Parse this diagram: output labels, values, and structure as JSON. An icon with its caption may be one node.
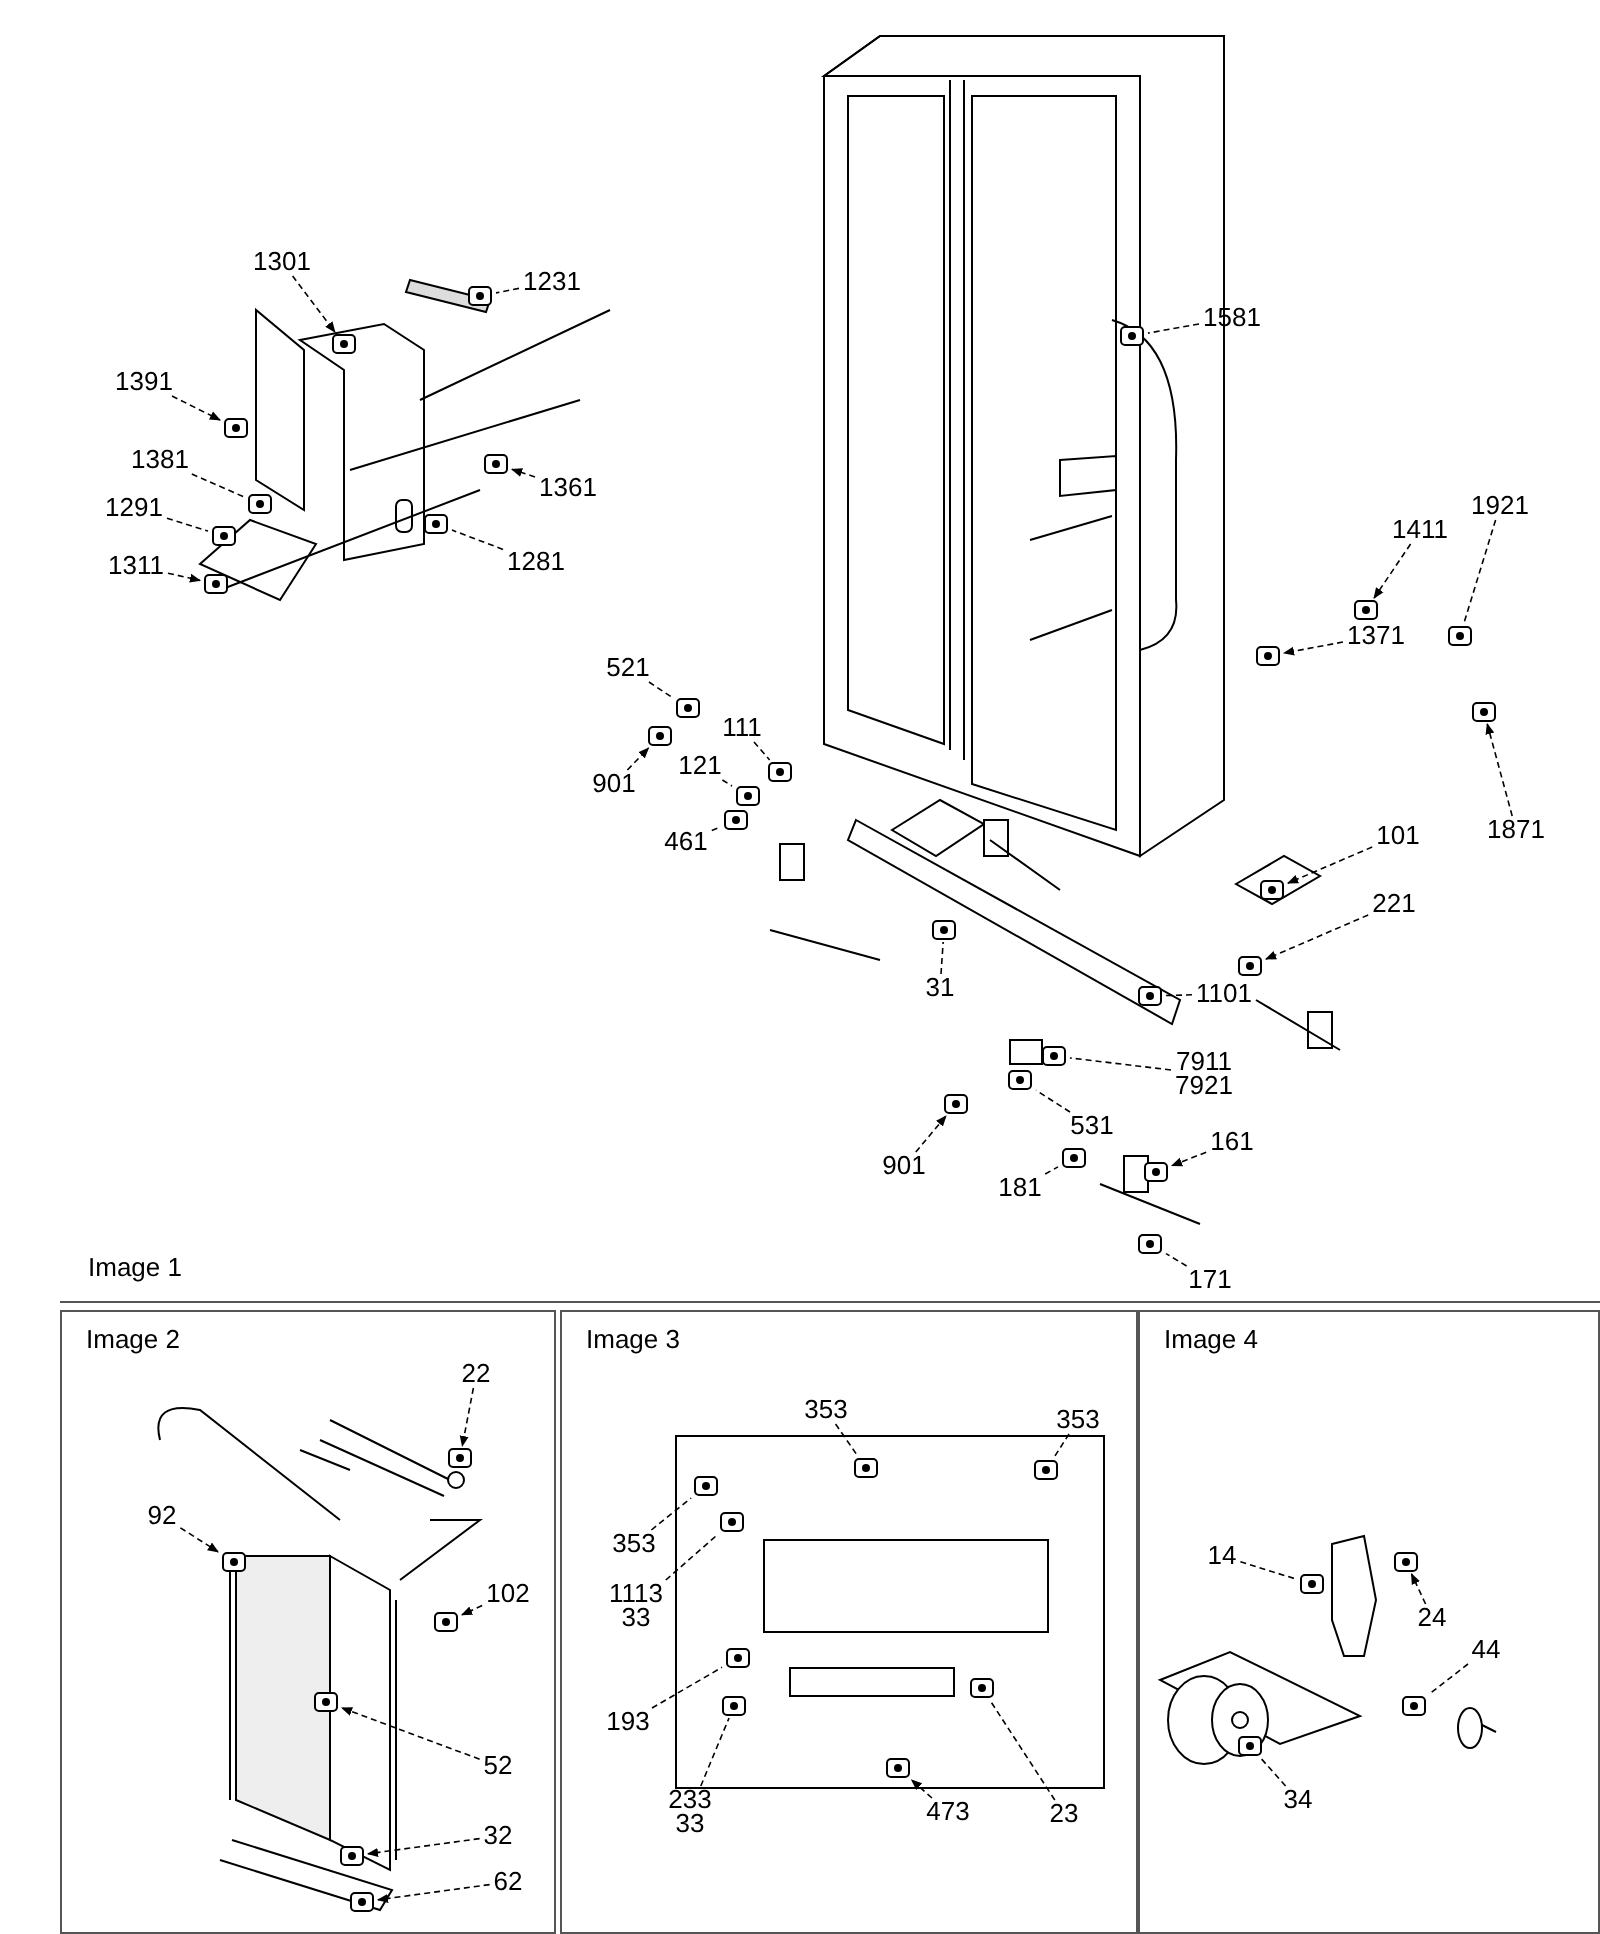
{
  "diagram": {
    "nodes": [
      {
        "text": [
          "1301"
        ]
      },
      {
        "text": [
          "1231"
        ]
      },
      {
        "text": [
          "1391"
        ]
      },
      {
        "text": [
          "1381"
        ]
      },
      {
        "text": [
          "1361"
        ]
      },
      {
        "text": [
          "1291"
        ]
      },
      {
        "text": [
          "1281"
        ]
      },
      {
        "text": [
          "1311"
        ]
      },
      {
        "text": [
          "1581"
        ]
      },
      {
        "text": [
          "1921"
        ]
      },
      {
        "text": [
          "1411"
        ]
      },
      {
        "text": [
          "1371"
        ]
      },
      {
        "text": [
          "521"
        ]
      },
      {
        "text": [
          "111"
        ]
      },
      {
        "text": [
          "901"
        ]
      },
      {
        "text": [
          "121"
        ]
      },
      {
        "text": [
          "1871"
        ]
      },
      {
        "text": [
          "461"
        ]
      },
      {
        "text": [
          "101"
        ]
      },
      {
        "text": [
          "221"
        ]
      },
      {
        "text": [
          "31"
        ]
      },
      {
        "text": [
          "1101"
        ]
      },
      {
        "text": [
          "7911",
          "7921"
        ]
      },
      {
        "text": [
          "901"
        ]
      },
      {
        "text": [
          "531"
        ]
      },
      {
        "text": [
          "181"
        ]
      },
      {
        "text": [
          "161"
        ]
      },
      {
        "text": [
          "171"
        ]
      },
      {
        "text": [
          "Image 2"
        ]
      },
      {
        "text": [
          "22"
        ],
        "in": 28
      },
      {
        "text": [
          "92"
        ],
        "in": 28
      },
      {
        "text": [
          "102"
        ],
        "in": 28
      },
      {
        "text": [
          "52"
        ],
        "in": 28
      },
      {
        "text": [
          "32"
        ],
        "in": 28
      },
      {
        "text": [
          "62"
        ],
        "in": 28
      },
      {
        "text": [
          "Image 3"
        ]
      },
      {
        "text": [
          "353"
        ],
        "in": 35
      },
      {
        "text": [
          "353"
        ],
        "in": 35
      },
      {
        "text": [
          "353"
        ],
        "in": 35
      },
      {
        "text": [
          "1113",
          "33"
        ],
        "in": 35
      },
      {
        "text": [
          "193"
        ],
        "in": 35
      },
      {
        "text": [
          "233",
          "33"
        ],
        "in": 35
      },
      {
        "text": [
          "473"
        ],
        "in": 35
      },
      {
        "text": [
          "23"
        ],
        "in": 35
      },
      {
        "text": [
          "Image 4"
        ]
      },
      {
        "text": [
          "14"
        ],
        "in": 44
      },
      {
        "text": [
          "24"
        ],
        "in": 44
      },
      {
        "text": [
          "44"
        ],
        "in": 44
      },
      {
        "text": [
          "34"
        ],
        "in": 44
      },
      {
        "text": [],
        "shape": "picture"
      },
      {
        "text": [],
        "shape": "picture"
      },
      {
        "text": [],
        "shape": "picture"
      },
      {
        "text": [],
        "shape": "picture"
      },
      {
        "text": [],
        "shape": "picture"
      },
      {
        "text": [],
        "shape": "picture"
      },
      {
        "text": [],
        "shape": "picture"
      },
      {
        "text": [],
        "shape": "picture"
      },
      {
        "text": [],
        "shape": "picture"
      },
      {
        "text": [],
        "shape": "picture"
      },
      {
        "text": [],
        "shape": "picture"
      },
      {
        "text": [],
        "shape": "picture"
      },
      {
        "text": [],
        "shape": "picture"
      },
      {
        "text": [],
        "shape": "picture"
      },
      {
        "text": [],
        "shape": "picture"
      },
      {
        "text": [],
        "shape": "picture"
      },
      {
        "text": [],
        "shape": "picture"
      },
      {
        "text": [],
        "shape": "picture"
      },
      {
        "text": [],
        "shape": "picture"
      },
      {
        "text": [],
        "shape": "picture"
      },
      {
        "text": [],
        "shape": "picture"
      },
      {
        "text": [],
        "shape": "picture"
      },
      {
        "text": [],
        "shape": "picture"
      },
      {
        "text": [],
        "shape": "picture"
      },
      {
        "text": [],
        "shape": "picture"
      },
      {
        "text": [],
        "shape": "picture"
      },
      {
        "text": [],
        "shape": "picture"
      },
      {
        "text": [],
        "shape": "picture"
      },
      {
        "text": [],
        "shape": "picture",
        "in": 28
      },
      {
        "text": [],
        "shape": "picture",
        "in": 28
      },
      {
        "text": [],
        "shape": "picture",
        "in": 28
      },
      {
        "text": [],
        "shape": "picture",
        "in": 28
      },
      {
        "text": [],
        "shape": "picture",
        "in": 28
      },
      {
        "text": [],
        "shape": "picture",
        "in": 28
      },
      {
        "text": [],
        "shape": "picture",
        "in": 35
      },
      {
        "text": [],
        "shape": "picture",
        "in": 35
      },
      {
        "text": [],
        "shape": "picture",
        "in": 35
      },
      {
        "text": [],
        "shape": "picture",
        "in": 35
      },
      {
        "text": [],
        "shape": "picture",
        "in": 35
      },
      {
        "text": [],
        "shape": "picture",
        "in": 35
      },
      {
        "text": [],
        "shape": "picture",
        "in": 35
      },
      {
        "text": [],
        "shape": "picture",
        "in": 35
      },
      {
        "text": [],
        "shape": "picture",
        "in": 44
      },
      {
        "text": [],
        "shape": "picture",
        "in": 44
      },
      {
        "text": [],
        "shape": "picture",
        "in": 44
      },
      {
        "text": [],
        "shape": "picture",
        "in": 44
      }
    ],
    "edges": [
      {
        "from": 0,
        "to": 49,
        "arrow": "to"
      },
      {
        "from": 1,
        "to": 50,
        "arrow": "none"
      },
      {
        "from": 2,
        "to": 51,
        "arrow": "to"
      },
      {
        "from": 3,
        "to": 52,
        "arrow": "none"
      },
      {
        "from": 4,
        "to": 53,
        "arrow": "to"
      },
      {
        "from": 5,
        "to": 54,
        "arrow": "none"
      },
      {
        "from": 6,
        "to": 55,
        "arrow": "none"
      },
      {
        "from": 7,
        "to": 56,
        "arrow": "to"
      },
      {
        "from": 8,
        "to": 57,
        "arrow": "none"
      },
      {
        "from": 9,
        "to": 58,
        "arrow": "none"
      },
      {
        "from": 10,
        "to": 59,
        "arrow": "to"
      },
      {
        "from": 11,
        "to": 60,
        "arrow": "to"
      },
      {
        "from": 12,
        "to": 61,
        "arrow": "none"
      },
      {
        "from": 13,
        "to": 62,
        "arrow": "none"
      },
      {
        "from": 14,
        "to": 63,
        "arrow": "to"
      },
      {
        "from": 15,
        "to": 64,
        "arrow": "none"
      },
      {
        "from": 16,
        "to": 65,
        "arrow": "to"
      },
      {
        "from": 17,
        "to": 66,
        "arrow": "none"
      },
      {
        "from": 18,
        "to": 67,
        "arrow": "to"
      },
      {
        "from": 19,
        "to": 68,
        "arrow": "to"
      },
      {
        "from": 20,
        "to": 69,
        "arrow": "none"
      },
      {
        "from": 21,
        "to": 70,
        "arrow": "none"
      },
      {
        "from": 22,
        "to": 71,
        "arrow": "none"
      },
      {
        "from": 23,
        "to": 72,
        "arrow": "to"
      },
      {
        "from": 24,
        "to": 73,
        "arrow": "none"
      },
      {
        "from": 25,
        "to": 74,
        "arrow": "none"
      },
      {
        "from": 26,
        "to": 75,
        "arrow": "to"
      },
      {
        "from": 27,
        "to": 76,
        "arrow": "none"
      },
      {
        "from": 29,
        "to": 77,
        "arrow": "to"
      },
      {
        "from": 30,
        "to": 78,
        "arrow": "to"
      },
      {
        "from": 31,
        "to": 79,
        "arrow": "to"
      },
      {
        "from": 32,
        "to": 80,
        "arrow": "to"
      },
      {
        "from": 33,
        "to": 81,
        "arrow": "to"
      },
      {
        "from": 34,
        "to": 82,
        "arrow": "to"
      },
      {
        "from": 36,
        "to": 83,
        "arrow": "none"
      },
      {
        "from": 37,
        "to": 84,
        "arrow": "none"
      },
      {
        "from": 38,
        "to": 85,
        "arrow": "none"
      },
      {
        "from": 39,
        "to": 86,
        "arrow": "none"
      },
      {
        "from": 40,
        "to": 87,
        "arrow": "none"
      },
      {
        "from": 41,
        "to": 88,
        "arrow": "none"
      },
      {
        "from": 42,
        "to": 89,
        "arrow": "to"
      },
      {
        "from": 43,
        "to": 90,
        "arrow": "none"
      },
      {
        "from": 45,
        "to": 91,
        "arrow": "none"
      },
      {
        "from": 46,
        "to": 92,
        "arrow": "to"
      },
      {
        "from": 47,
        "to": 93,
        "arrow": "none"
      },
      {
        "from": 48,
        "to": 94,
        "arrow": "none"
      }
    ],
    "labels": [
      "Image 1"
    ]
  }
}
